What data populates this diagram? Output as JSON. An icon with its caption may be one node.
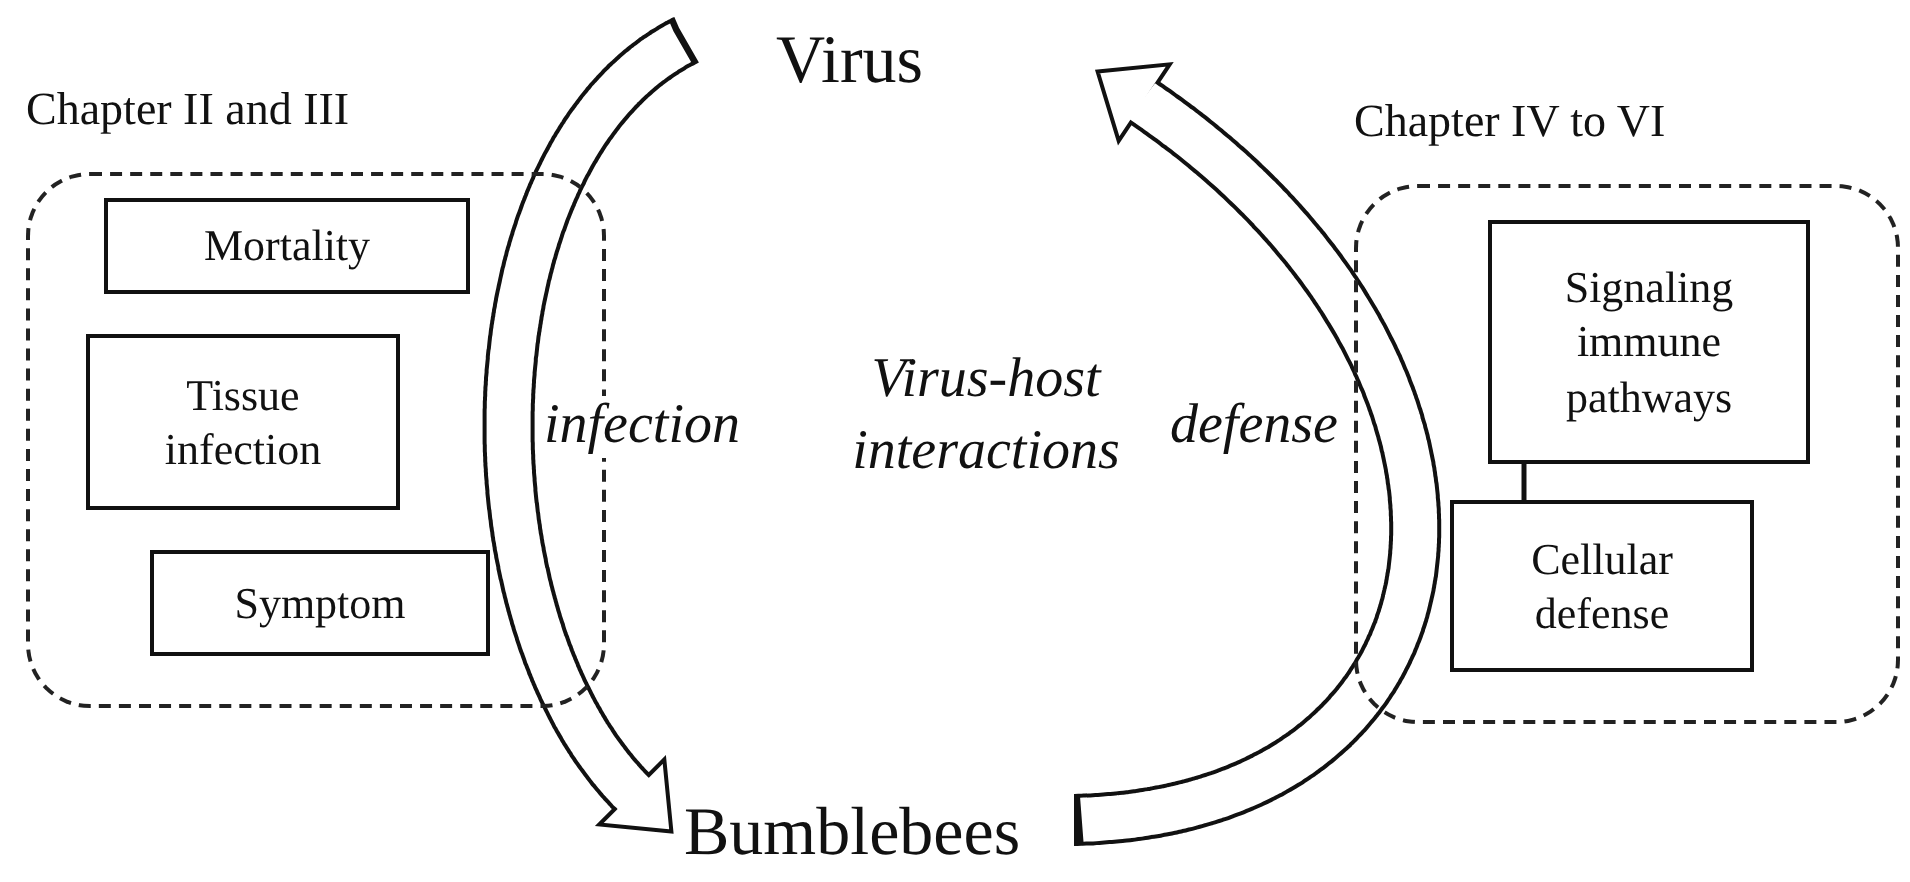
{
  "diagram": {
    "nodes": [
      {
        "text": [
          "Virus"
        ]
      },
      {
        "text": [
          "Chapter II and III"
        ]
      },
      {
        "text": [
          "Mortality"
        ],
        "in": 1
      },
      {
        "text": [
          "Tissue infection"
        ],
        "in": 1
      },
      {
        "text": [
          "Symptom"
        ],
        "in": 1
      },
      {
        "text": [
          "Chapter IV to VI"
        ]
      },
      {
        "text": [
          "Signaling immune pathways"
        ],
        "in": 5
      },
      {
        "text": [
          "Cellular defense"
        ],
        "in": 5
      },
      {
        "text": [
          "Bumblebees"
        ]
      }
    ],
    "edges": [
      {
        "from": 0,
        "to": 8,
        "arrow": "to",
        "label": "infection"
      },
      {
        "from": 8,
        "to": 0,
        "arrow": "to",
        "label": "defense"
      },
      {
        "from": 6,
        "to": 7,
        "arrow": "none"
      }
    ],
    "labels": [
      "Virus-host interactions"
    ]
  }
}
